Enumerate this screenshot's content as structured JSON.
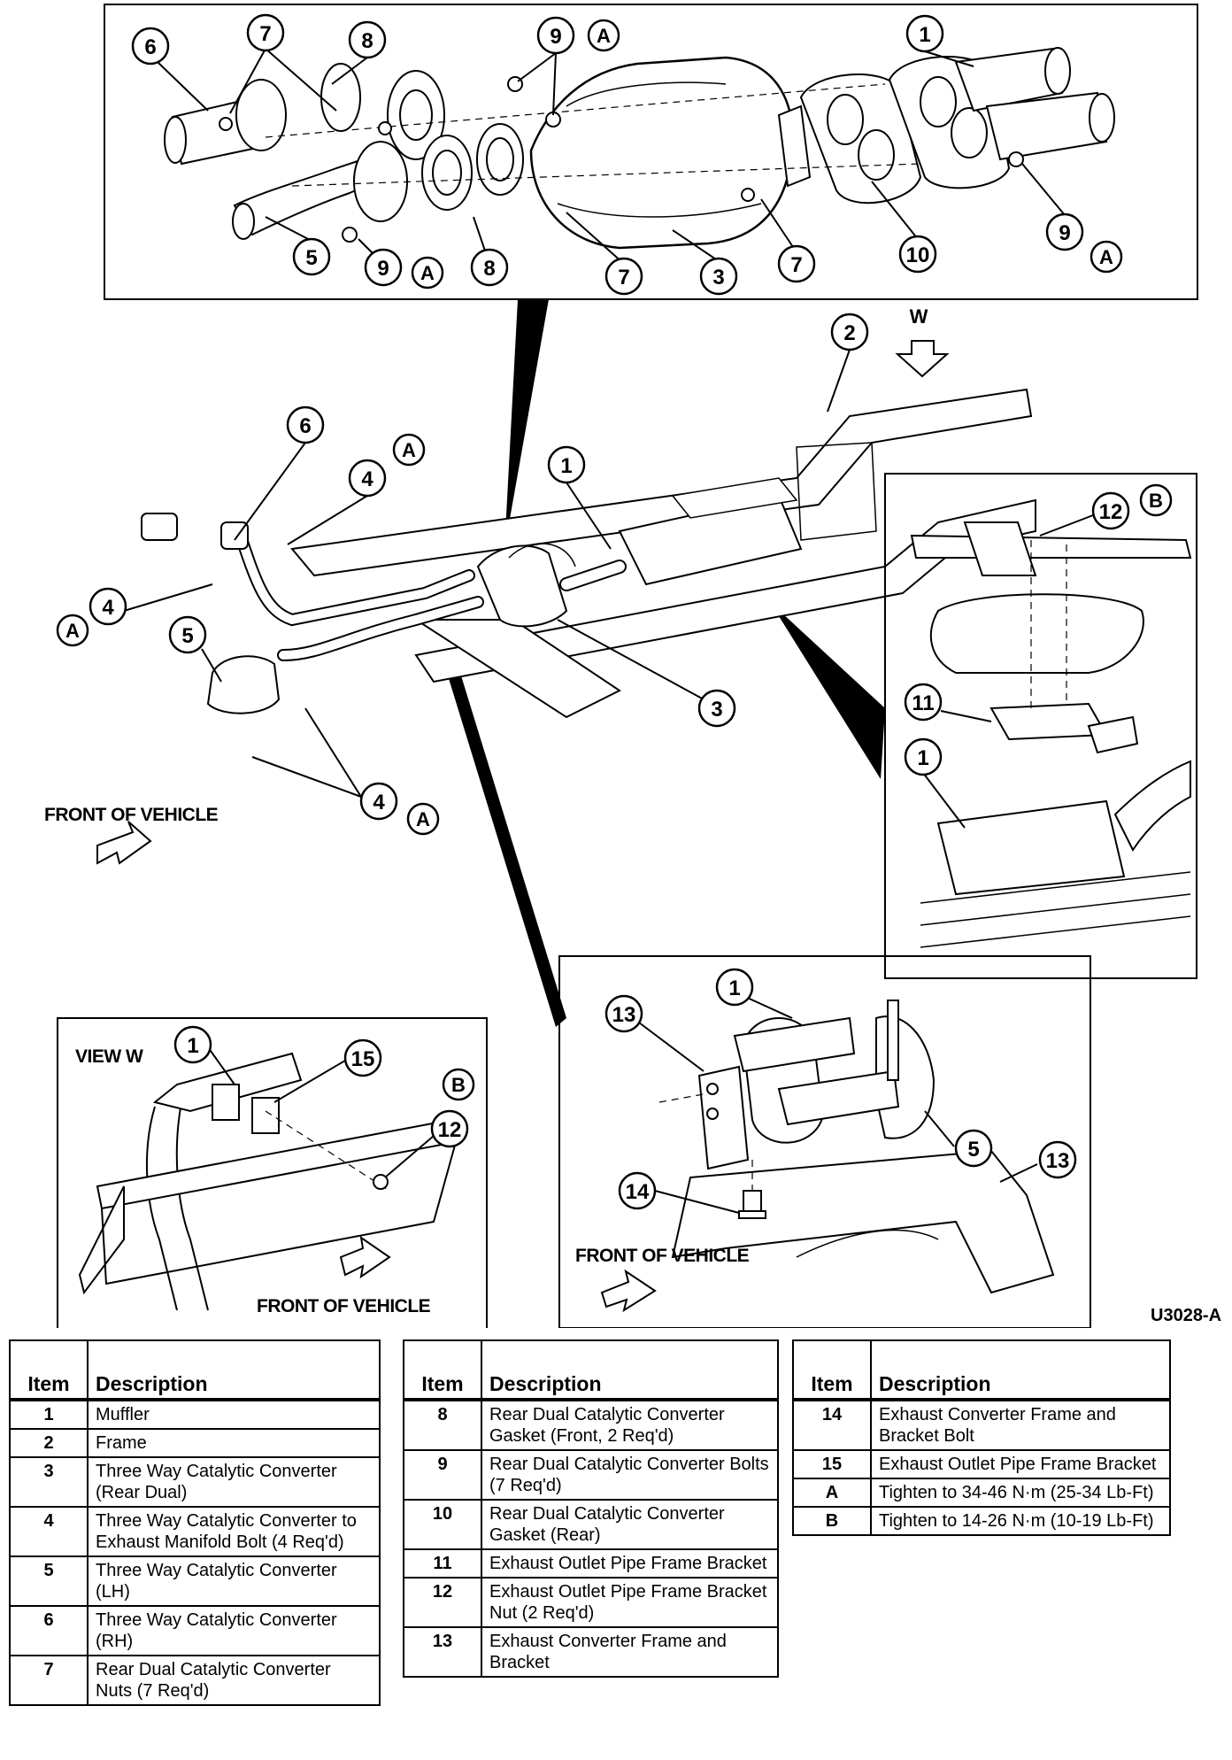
{
  "figure_id": "U3028-A",
  "labels": {
    "front_main": "FRONT OF VEHICLE",
    "front_view_w": "FRONT OF VEHICLE",
    "front_bracket": "FRONT OF VEHICLE",
    "view_w": "VIEW W",
    "w_arrow": "W"
  },
  "callouts": {
    "top": [
      "6",
      "7",
      "8",
      "9",
      "A",
      "1",
      "5",
      "9",
      "A",
      "8",
      "7",
      "3",
      "7",
      "10",
      "9",
      "A"
    ],
    "main": [
      "2",
      "6",
      "A",
      "4",
      "1",
      "4",
      "A",
      "5",
      "3",
      "4",
      "A"
    ],
    "right_inset": [
      "12",
      "B",
      "11",
      "1"
    ],
    "view_w": [
      "1",
      "15",
      "B",
      "12"
    ],
    "bracket": [
      "13",
      "1",
      "5",
      "13",
      "14"
    ]
  },
  "legend": {
    "header_item": "Item",
    "header_desc": "Description",
    "tables": [
      [
        {
          "item": "1",
          "desc": "Muffler"
        },
        {
          "item": "2",
          "desc": "Frame"
        },
        {
          "item": "3",
          "desc": "Three Way Catalytic Converter (Rear Dual)"
        },
        {
          "item": "4",
          "desc": "Three Way Catalytic Converter to Exhaust Manifold Bolt (4 Req'd)"
        },
        {
          "item": "5",
          "desc": "Three Way Catalytic Converter (LH)"
        },
        {
          "item": "6",
          "desc": "Three Way Catalytic Converter (RH)"
        },
        {
          "item": "7",
          "desc": "Rear Dual Catalytic Converter Nuts (7 Req'd)"
        }
      ],
      [
        {
          "item": "8",
          "desc": "Rear Dual Catalytic Converter Gasket (Front, 2 Req'd)"
        },
        {
          "item": "9",
          "desc": "Rear Dual Catalytic Converter Bolts (7 Req'd)"
        },
        {
          "item": "10",
          "desc": "Rear Dual Catalytic Converter Gasket (Rear)"
        },
        {
          "item": "11",
          "desc": "Exhaust Outlet Pipe Frame Bracket"
        },
        {
          "item": "12",
          "desc": "Exhaust Outlet Pipe Frame Bracket Nut (2 Req'd)"
        },
        {
          "item": "13",
          "desc": "Exhaust Converter Frame and Bracket"
        }
      ],
      [
        {
          "item": "14",
          "desc": "Exhaust Converter Frame and Bracket Bolt"
        },
        {
          "item": "15",
          "desc": "Exhaust Outlet Pipe Frame Bracket"
        },
        {
          "item": "A",
          "desc": "Tighten to 34-46 N·m (25-34 Lb-Ft)"
        },
        {
          "item": "B",
          "desc": "Tighten to 14-26 N·m (10-19 Lb-Ft)"
        }
      ]
    ]
  }
}
